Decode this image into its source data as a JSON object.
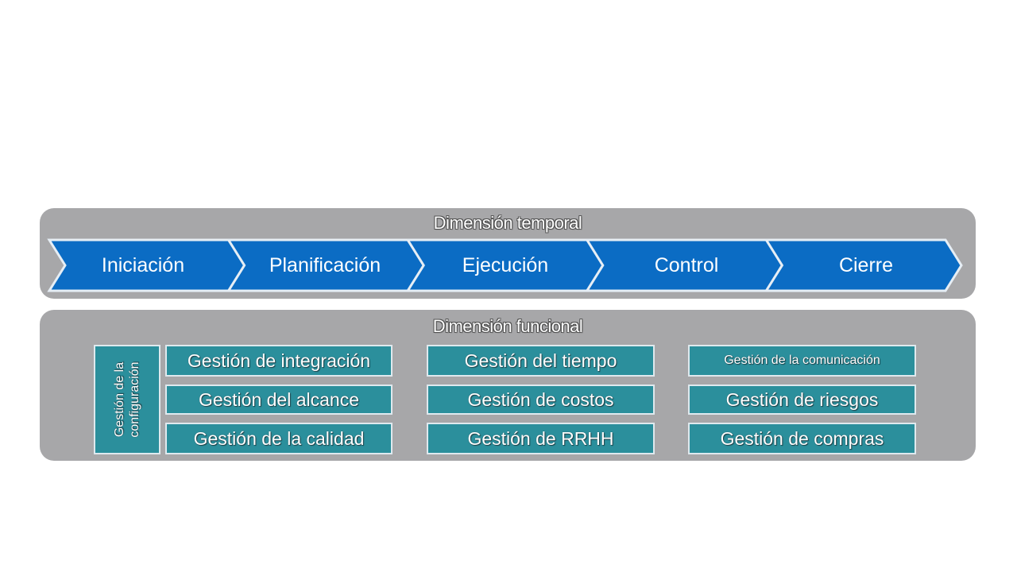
{
  "temporal": {
    "title": "Dimensión temporal",
    "phases": [
      "Iniciación",
      "Planificación",
      "Ejecución",
      "Control",
      "Cierre"
    ],
    "color": "#0b6cc4"
  },
  "funcional": {
    "title": "Dimensión funcional",
    "configuracion": {
      "line1": "Gestión de la",
      "line2": "configuración"
    },
    "col1": [
      "Gestión de integración",
      "Gestión del alcance",
      "Gestión de la calidad"
    ],
    "col2": [
      "Gestión del tiempo",
      "Gestión de costos",
      "Gestión de RRHH"
    ],
    "col3": [
      "Gestión de la comunicación",
      "Gestión de riesgos",
      "Gestión de compras"
    ],
    "box_color": "#2b8f9c"
  },
  "panel_color": "#a7a7a9"
}
